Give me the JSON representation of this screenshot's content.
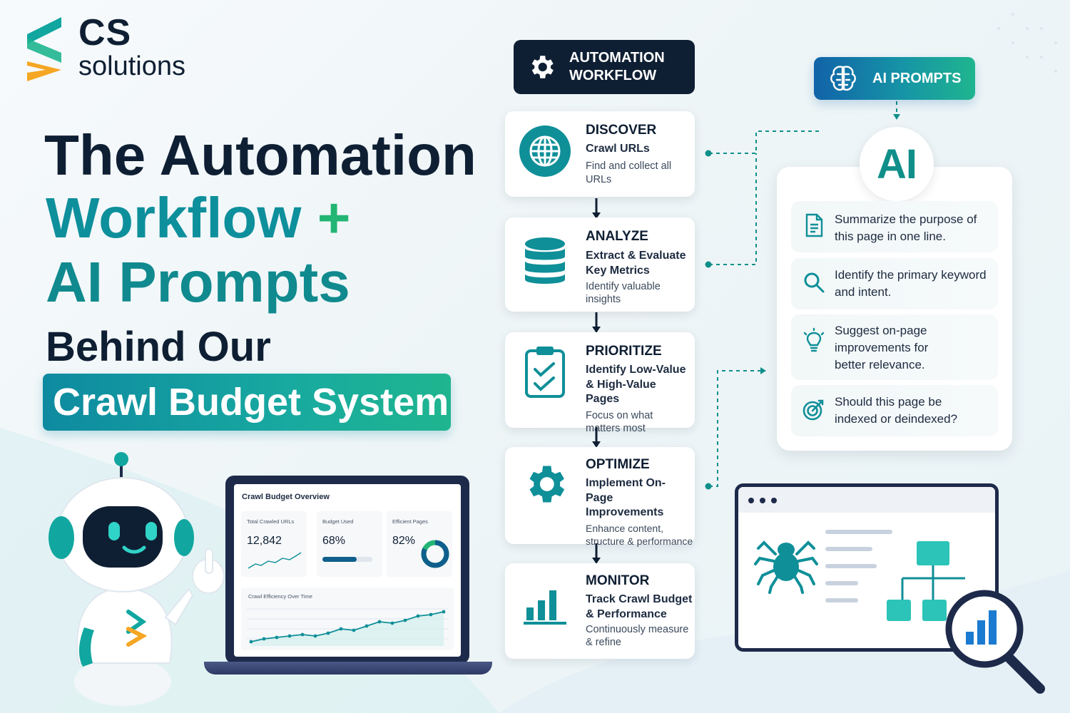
{
  "brand": {
    "mark": "CS",
    "name": "solutions"
  },
  "headline": {
    "line1": "The Automation",
    "line2_main": "Workflow",
    "line2_plus": "+",
    "line3": "AI Prompts",
    "line4": "Behind Our",
    "line5": "Crawl Budget System"
  },
  "workflow": {
    "header": "AUTOMATION WORKFLOW",
    "steps": [
      {
        "title": "DISCOVER",
        "subtitle": "Crawl URLs",
        "desc": "Find and collect all URLs",
        "icon": "globe-icon"
      },
      {
        "title": "ANALYZE",
        "subtitle": "Extract & Evaluate Key Metrics",
        "desc": "Identify valuable insights",
        "icon": "database-icon"
      },
      {
        "title": "PRIORITIZE",
        "subtitle": "Identify Low-Value & High-Value Pages",
        "desc": "Focus on what matters most",
        "icon": "clipboard-check-icon"
      },
      {
        "title": "OPTIMIZE",
        "subtitle": "Implement On-Page Improvements",
        "desc": "Enhance content, structure & performance",
        "icon": "gear-icon"
      },
      {
        "title": "MONITOR",
        "subtitle": "Track Crawl Budget & Performance",
        "desc": "Continuously measure & refine",
        "icon": "bar-chart-icon"
      }
    ]
  },
  "ai": {
    "pill": "AI PROMPTS",
    "badge": "AI",
    "prompts": [
      {
        "text": "Summarize the purpose of this page in one line.",
        "icon": "document-icon"
      },
      {
        "text": "Identify the primary keyword and intent.",
        "icon": "search-icon"
      },
      {
        "text": "Suggest on-page improvements for better relevance.",
        "icon": "lightbulb-icon"
      },
      {
        "text": "Should this page be indexed or deindexed?",
        "icon": "target-icon"
      }
    ]
  },
  "dashboard": {
    "title": "Crawl Budget Overview",
    "kpis": [
      {
        "label": "Total Crawled URLs",
        "value": "12,842"
      },
      {
        "label": "Budget Used",
        "value": "68%",
        "fill": 0.68
      },
      {
        "label": "Efficient Pages",
        "value": "82%",
        "fill": 0.82
      }
    ],
    "chart_label": "Crawl Efficiency Over Time"
  },
  "colors": {
    "navy": "#0f1f33",
    "teal": "#0e8f9c",
    "green": "#22b573",
    "blue": "#1163a8"
  }
}
